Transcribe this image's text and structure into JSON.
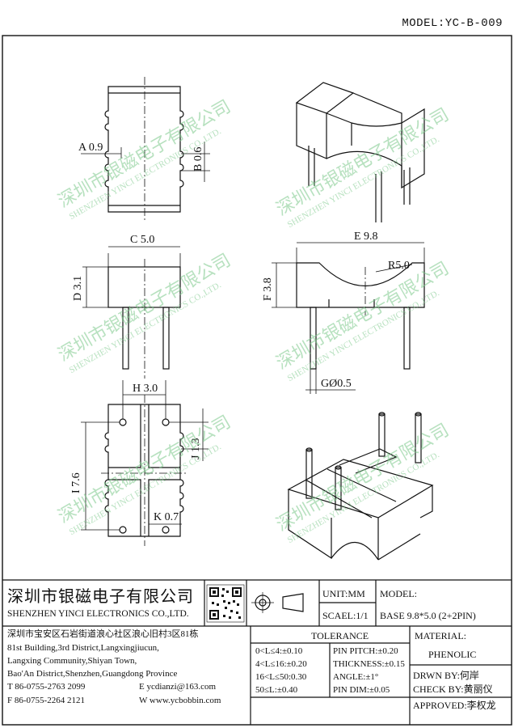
{
  "header": {
    "model": "MODEL:YC-B-009"
  },
  "dims": {
    "a": "A 0.9",
    "b": "B 0.6",
    "c": "C 5.0",
    "d": "D 3.1",
    "e": "E 9.8",
    "f": "F 3.8",
    "r": "R5.0",
    "g": "GØ0.5",
    "h": "H 3.0",
    "i": "I 7.6",
    "j": "J 1.3",
    "k": "K 0.7"
  },
  "watermark": {
    "cn": "深圳市银磁电子有限公司",
    "en": "SHENZHEN YINCI ELECTRONICS CO.,LTD."
  },
  "titleblock": {
    "company_cn": "深圳市银磁电子有限公司",
    "company_en": "SHENZHEN YINCI ELECTRONICS CO.,LTD.",
    "unit": "UNIT:MM",
    "scale": "SCAEL:1/1",
    "model_label": "MODEL:",
    "model_value": "BASE 9.8*5.0 (2+2PIN)",
    "address_cn": "深圳市宝安区石岩街道浪心社区浪心旧村3区81栋",
    "address_en1": "81st Building,3rd District,Langxingjiucun,",
    "address_en2": "Langxing Community,Shiyan Town,",
    "address_en3": "Bao'An District,Shenzhen,Guangdong Province",
    "tel": "T 86-0755-2763 2099",
    "email": "E ycdianzi@163.com",
    "fax": "F 86-0755-2264 2121",
    "web": "W www.ycbobbin.com",
    "tolerance_title": "TOLERANCE",
    "tol": [
      "0<L≤4:±0.10",
      "4<L≤16:±0.20",
      "16<L≤50:0.30",
      "50≤L:±0.40"
    ],
    "tol2": [
      "PIN PITCH:±0.20",
      "THICKNESS:±0.15",
      "ANGLE:±1°",
      "PIN DIM:±0.05"
    ],
    "material_label": "MATERIAL:",
    "material_value": "PHENOLIC",
    "drawn": "DRWN BY:何岸",
    "check": "CHECK BY:黄丽仪",
    "approved": "APPROVED:李权龙"
  }
}
